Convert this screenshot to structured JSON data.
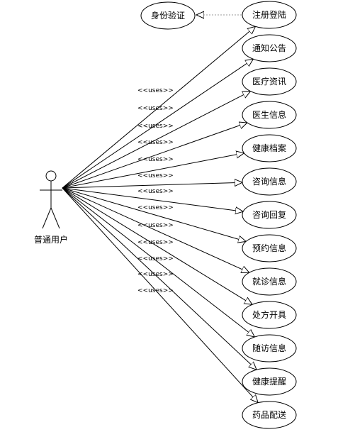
{
  "actor": {
    "name": "普通用户"
  },
  "top_use_case": {
    "label": "身份验证"
  },
  "relation_label": "<<uses>>",
  "use_cases": [
    {
      "label": "注册登陆"
    },
    {
      "label": "通知公告"
    },
    {
      "label": "医疗资讯"
    },
    {
      "label": "医生信息"
    },
    {
      "label": "健康档案"
    },
    {
      "label": "咨询信息"
    },
    {
      "label": "咨询回复"
    },
    {
      "label": "预约信息"
    },
    {
      "label": "就诊信息"
    },
    {
      "label": "处方开具"
    },
    {
      "label": "随访信息"
    },
    {
      "label": "健康提醒"
    },
    {
      "label": "药品配送"
    }
  ],
  "colors": {
    "stroke": "#000000",
    "dashed_link": "#999999"
  }
}
